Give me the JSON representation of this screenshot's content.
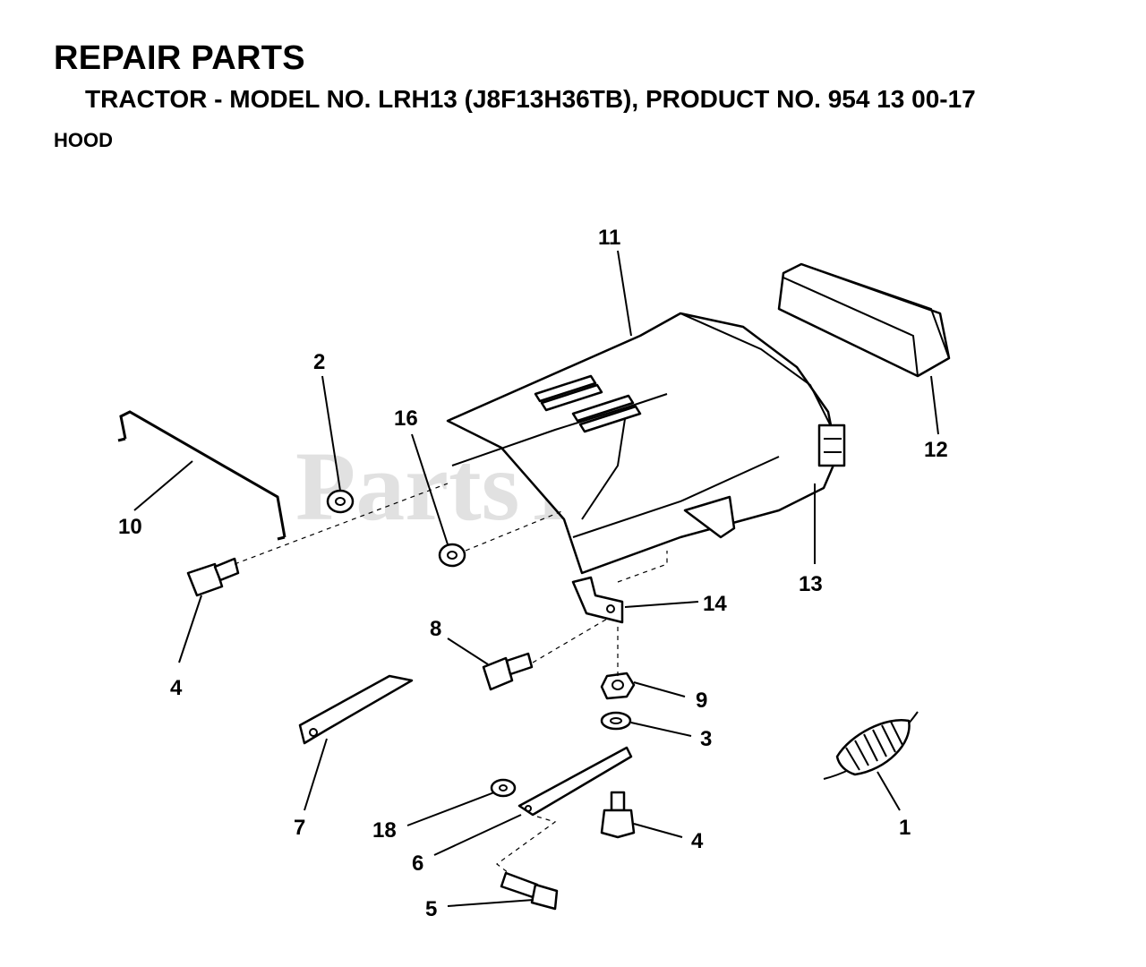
{
  "header": {
    "title": "REPAIR PARTS",
    "subtitle": "TRACTOR - MODEL NO. LRH13 (J8F13H36TB),  PRODUCT NO. 954 13 00-17",
    "section": "HOOD"
  },
  "watermark": "PartsTree",
  "callouts": {
    "c1": "1",
    "c2": "2",
    "c3": "3",
    "c4a": "4",
    "c4b": "4",
    "c5": "5",
    "c6": "6",
    "c7": "7",
    "c8": "8",
    "c9": "9",
    "c10": "10",
    "c11": "11",
    "c12": "12",
    "c13": "13",
    "c14": "14",
    "c16": "16",
    "c18": "18"
  }
}
